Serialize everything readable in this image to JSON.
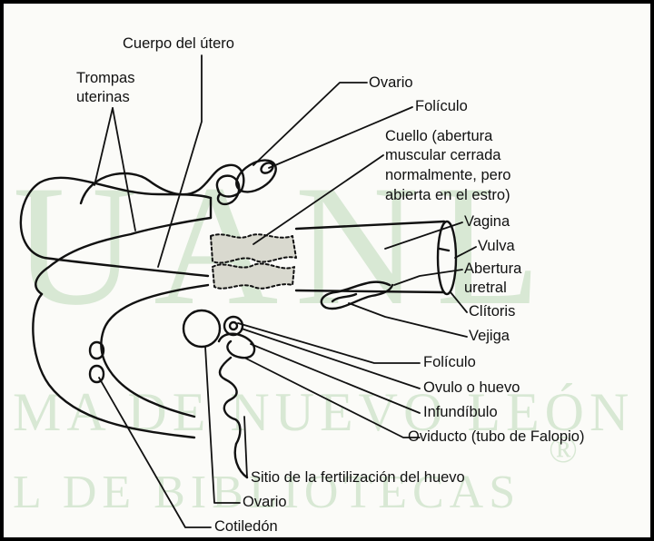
{
  "labels": {
    "cuerpo_utero": "Cuerpo del útero",
    "trompas_1": "Trompas",
    "trompas_2": "uterinas",
    "ovario_top": "Ovario",
    "foliculo_top": "Folículo",
    "cuello_1": "Cuello (abertura",
    "cuello_2": "muscular cerrada",
    "cuello_3": "normalmente, pero",
    "cuello_4": "abierta en el estro)",
    "vagina": "Vagina",
    "vulva": "Vulva",
    "abertura_1": "Abertura",
    "abertura_2": "uretral",
    "clitoris": "Clítoris",
    "vejiga": "Vejiga",
    "foliculo_bottom": "Folículo",
    "ovulo": "Ovulo o huevo",
    "infundibulo": "Infundíbulo",
    "oviducto": "Oviducto (tubo de Falopio)",
    "sitio": "Sitio de la fertilización del huevo",
    "ovario_bottom": "Ovario",
    "cotiledon": "Cotiledón"
  },
  "watermark": {
    "line_1": "UANL",
    "line_2": "MA DE NUEVO LEÓN",
    "line_3": "L DE BIBLIOTECAS",
    "symbol": "®"
  },
  "colors": {
    "ink": "#111111",
    "paper": "#fbfbf8",
    "watermark": "#bcd9b8",
    "cervix_fill": "#d9d9cf"
  }
}
